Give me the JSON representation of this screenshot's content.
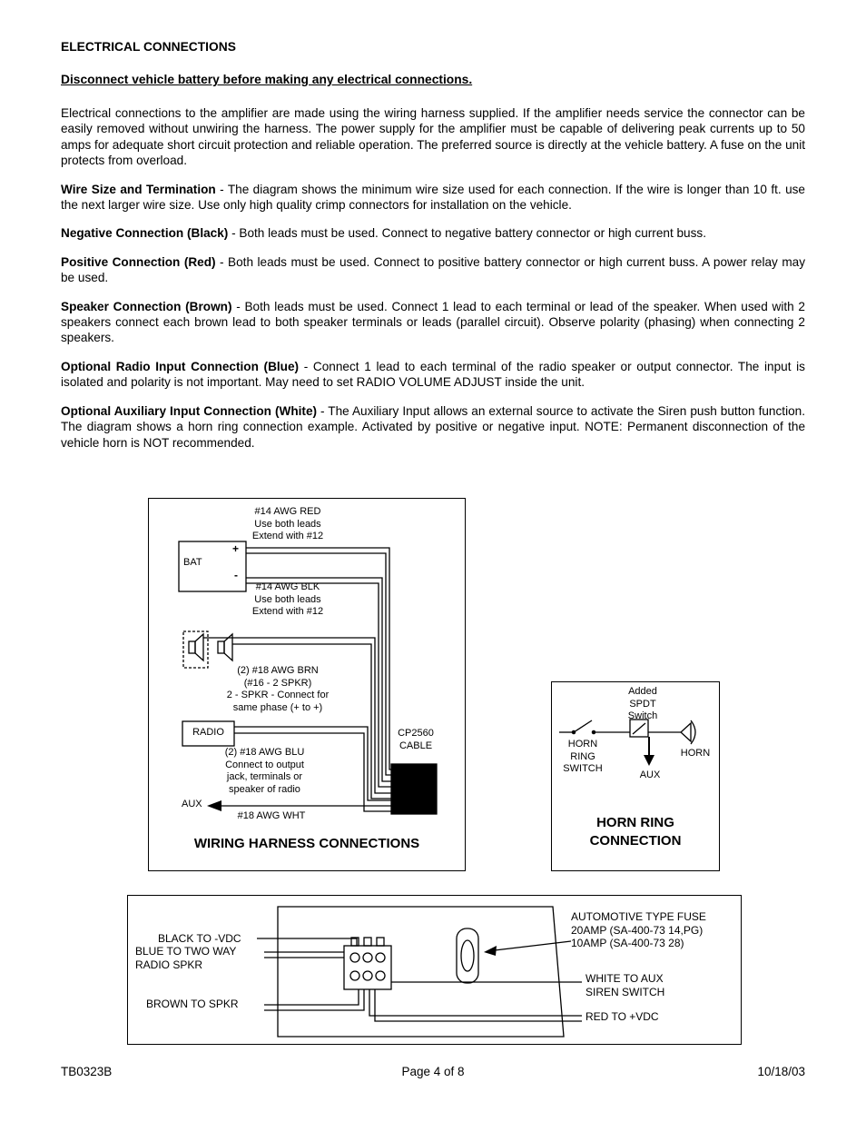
{
  "doc": {
    "heading": "ELECTRICAL CONNECTIONS",
    "warning": "Disconnect vehicle battery before making any electrical connections.",
    "paragraphs": [
      {
        "lead": "",
        "text": "Electrical connections to the amplifier are made using the wiring harness supplied.  If the amplifier needs service the connector can be easily removed without unwiring the harness.  The power supply for the amplifier must be capable of delivering peak currents up to 50 amps for adequate short circuit protection and reliable operation.  The preferred source is directly at the vehicle battery.  A fuse on the unit protects from overload."
      },
      {
        "lead": "Wire Size and Termination",
        "text": " - The diagram shows the minimum wire size used for each connection.  If the wire is longer than 10 ft. use the next larger wire size.  Use only high quality crimp connectors for installation on the vehicle."
      },
      {
        "lead": "Negative Connection (Black)",
        "text": " - Both leads must be used.  Connect to negative battery connector or high current buss."
      },
      {
        "lead": "Positive Connection (Red)",
        "text": " - Both leads must be used.  Connect to positive battery connector or high current buss.  A power relay may be used."
      },
      {
        "lead": "Speaker Connection (Brown)",
        "text": " - Both leads must be used.  Connect 1 lead to each terminal or lead of the speaker.  When used with 2 speakers connect each brown lead to both speaker terminals or leads (parallel circuit).  Observe polarity (phasing) when connecting 2 speakers."
      },
      {
        "lead": "Optional Radio Input Connection (Blue)",
        "text": " - Connect 1 lead to each terminal of the radio speaker or output connector.  The input is isolated and polarity is not important.  May need to set RADIO VOLUME ADJUST inside the unit."
      },
      {
        "lead": "Optional Auxiliary Input Connection (White)",
        "text": " - The Auxiliary Input allows an external source to activate the Siren push button function.  The diagram shows a horn ring connection example.  Activated by positive or negative input.  NOTE:  Permanent disconnection of the vehicle horn is NOT recommended."
      }
    ],
    "footer": {
      "doc_number": "TB0323B",
      "page": "Page 4 of 8",
      "date": "10/18/03"
    }
  },
  "wiring_diagram": {
    "title": "WIRING HARNESS CONNECTIONS",
    "red_note": "#14 AWG RED\nUse both leads\nExtend with #12",
    "bat_label": "BAT",
    "bat_plus": "+",
    "bat_minus": "-",
    "blk_note": "#14 AWG BLK\nUse both leads\nExtend with #12",
    "brn_note": "(2) #18 AWG BRN\n(#16  - 2 SPKR)\n2 - SPKR  - Connect for\nsame phase (+ to +)",
    "radio_label": "RADIO",
    "blu_note": "(2) #18 AWG BLU\nConnect to output\njack, terminals or\nspeaker of radio",
    "cable_label": "CP2560\nCABLE",
    "aux_label": "AUX",
    "wht_note": "#18 AWG WHT"
  },
  "horn_diagram": {
    "title": "HORN RING\nCONNECTION",
    "added_switch_note": "Added\nSPDT\nSwitch",
    "horn_ring_switch_label": "HORN\nRING\nSWITCH",
    "horn_label": "HORN",
    "aux_label": "AUX"
  },
  "fuse_diagram": {
    "black_label": "BLACK TO -VDC",
    "blue_label": "BLUE TO TWO WAY\nRADIO SPKR",
    "brown_label": "BROWN TO SPKR",
    "fuse_label": "AUTOMOTIVE TYPE FUSE\n20AMP (SA-400-73 14,PG)\n10AMP (SA-400-73 28)",
    "white_label": "WHITE TO AUX\nSIREN SWITCH",
    "red_label": "RED TO +VDC"
  }
}
